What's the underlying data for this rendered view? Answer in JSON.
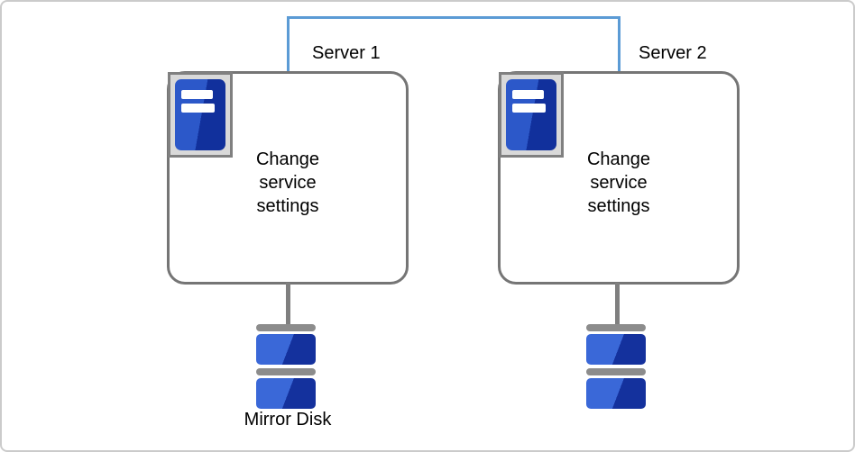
{
  "diagram": {
    "servers": [
      {
        "label": "Server 1",
        "box_text": "Change service settings"
      },
      {
        "label": "Server 2",
        "box_text": "Change service settings"
      }
    ],
    "mirror_disk_label": "Mirror Disk",
    "icons": {
      "server_icon": "server-tower-icon",
      "disk_icon": "disk-stack-icon",
      "interconnect": "network-connector-line"
    },
    "colors": {
      "connector": "#5b9bd5",
      "box_border": "#757575",
      "icon_frame": "#d9d9d9",
      "icon_frame_border": "#808080",
      "server_blue_light": "#2c58c9",
      "server_blue_dark": "#11309c",
      "disk_blue_light": "#3a68d8",
      "disk_blue_dark": "#14319d",
      "disk_divider_gray": "#8c8c8c",
      "stub_gray": "#7f7f7f"
    }
  }
}
